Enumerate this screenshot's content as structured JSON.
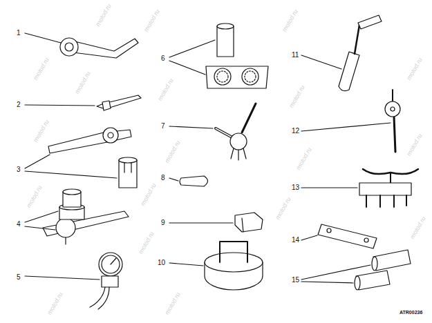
{
  "diagram": {
    "labels": [
      "1",
      "2",
      "3",
      "4",
      "5",
      "6",
      "7",
      "8",
      "9",
      "10",
      "11",
      "12",
      "13",
      "14",
      "15",
      "ATR00236",
      "motod.ru",
      "motod.ru",
      "motod.ru",
      "motod.ru",
      "motod.ru",
      "motod.ru",
      "motod.ru",
      "motod.ru",
      "motod.ru",
      "motod.ru",
      "motod.ru",
      "motod.ru",
      "motod.ru",
      "motod.ru",
      "motod.ru",
      "motod.ru",
      "motod.ru",
      "motod.ru",
      "motod.ru"
    ]
  }
}
